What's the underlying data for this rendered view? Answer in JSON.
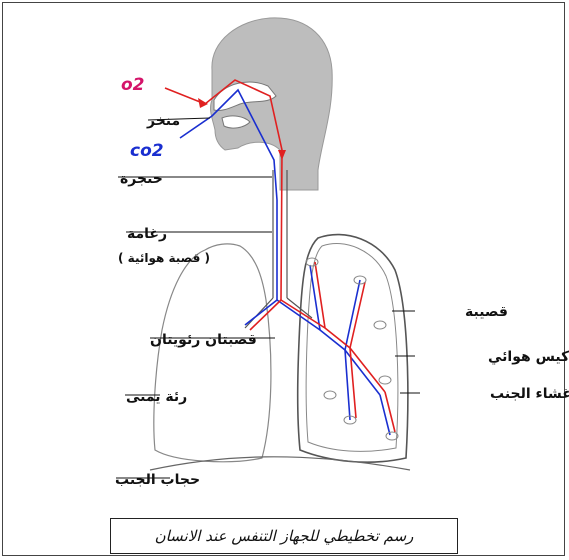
{
  "diagram": {
    "gas_in": "o2",
    "gas_out": "co2",
    "labels": {
      "nostril": "منخر",
      "larynx": "حنجرة",
      "trachea": "رغامة",
      "trachea_note": "(  قصبة هوائية  )",
      "bronchi": "قصبتان رئويتان",
      "right_lung": "رئة  يمنى",
      "diaphragm": "حجاب الجنب",
      "bronchiole": "قصيبة",
      "air_sac": "كيس هوائي",
      "pleura": "غشاء الجنب"
    },
    "caption": "رسم تخطيطي للجهاز التنفس عند الانسان",
    "colors": {
      "o2_path": "#e02020",
      "co2_path": "#1a2fd0",
      "head": "#bdbdbd",
      "o2_text": "#d4146a",
      "co2_text": "#1a2fd0"
    }
  }
}
